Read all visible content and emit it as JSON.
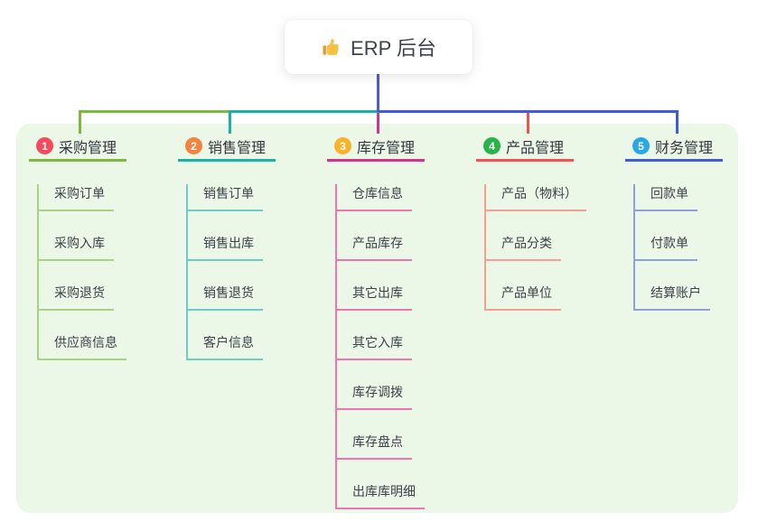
{
  "root": {
    "title": "ERP 后台",
    "icon": "thumbs-up-icon"
  },
  "colors": {
    "page_background": "#ffffff",
    "panel_background": "#ebf7e7",
    "root_line": "#4c5bd2",
    "text_dark": "#34383e",
    "text_leaf": "#3d4249"
  },
  "branches": [
    {
      "num": "1",
      "title": "采购管理",
      "color": "#7cb93e",
      "light": "#a9d37f",
      "badge": "#f5495c",
      "items": [
        "采购订单",
        "采购入库",
        "采购退货",
        "供应商信息"
      ]
    },
    {
      "num": "2",
      "title": "销售管理",
      "color": "#16b3a6",
      "light": "#6fccc4",
      "badge": "#f58340",
      "items": [
        "销售订单",
        "销售出库",
        "销售退货",
        "客户信息"
      ]
    },
    {
      "num": "3",
      "title": "库存管理",
      "color": "#d93090",
      "light": "#ef74b2",
      "badge": "#f9b32a",
      "items": [
        "仓库信息",
        "产品库存",
        "其它出库",
        "其它入库",
        "库存调拨",
        "库存盘点",
        "出库库明细"
      ]
    },
    {
      "num": "4",
      "title": "产品管理",
      "color": "#f4504e",
      "light": "#f79d96",
      "badge": "#2bb34b",
      "items": [
        "产品（物料）",
        "产品分类",
        "产品单位"
      ]
    },
    {
      "num": "5",
      "title": "财务管理",
      "color": "#3f5bd6",
      "light": "#8da0e3",
      "badge": "#28a9e4",
      "items": [
        "回款单",
        "付款单",
        "结算账户"
      ]
    }
  ]
}
